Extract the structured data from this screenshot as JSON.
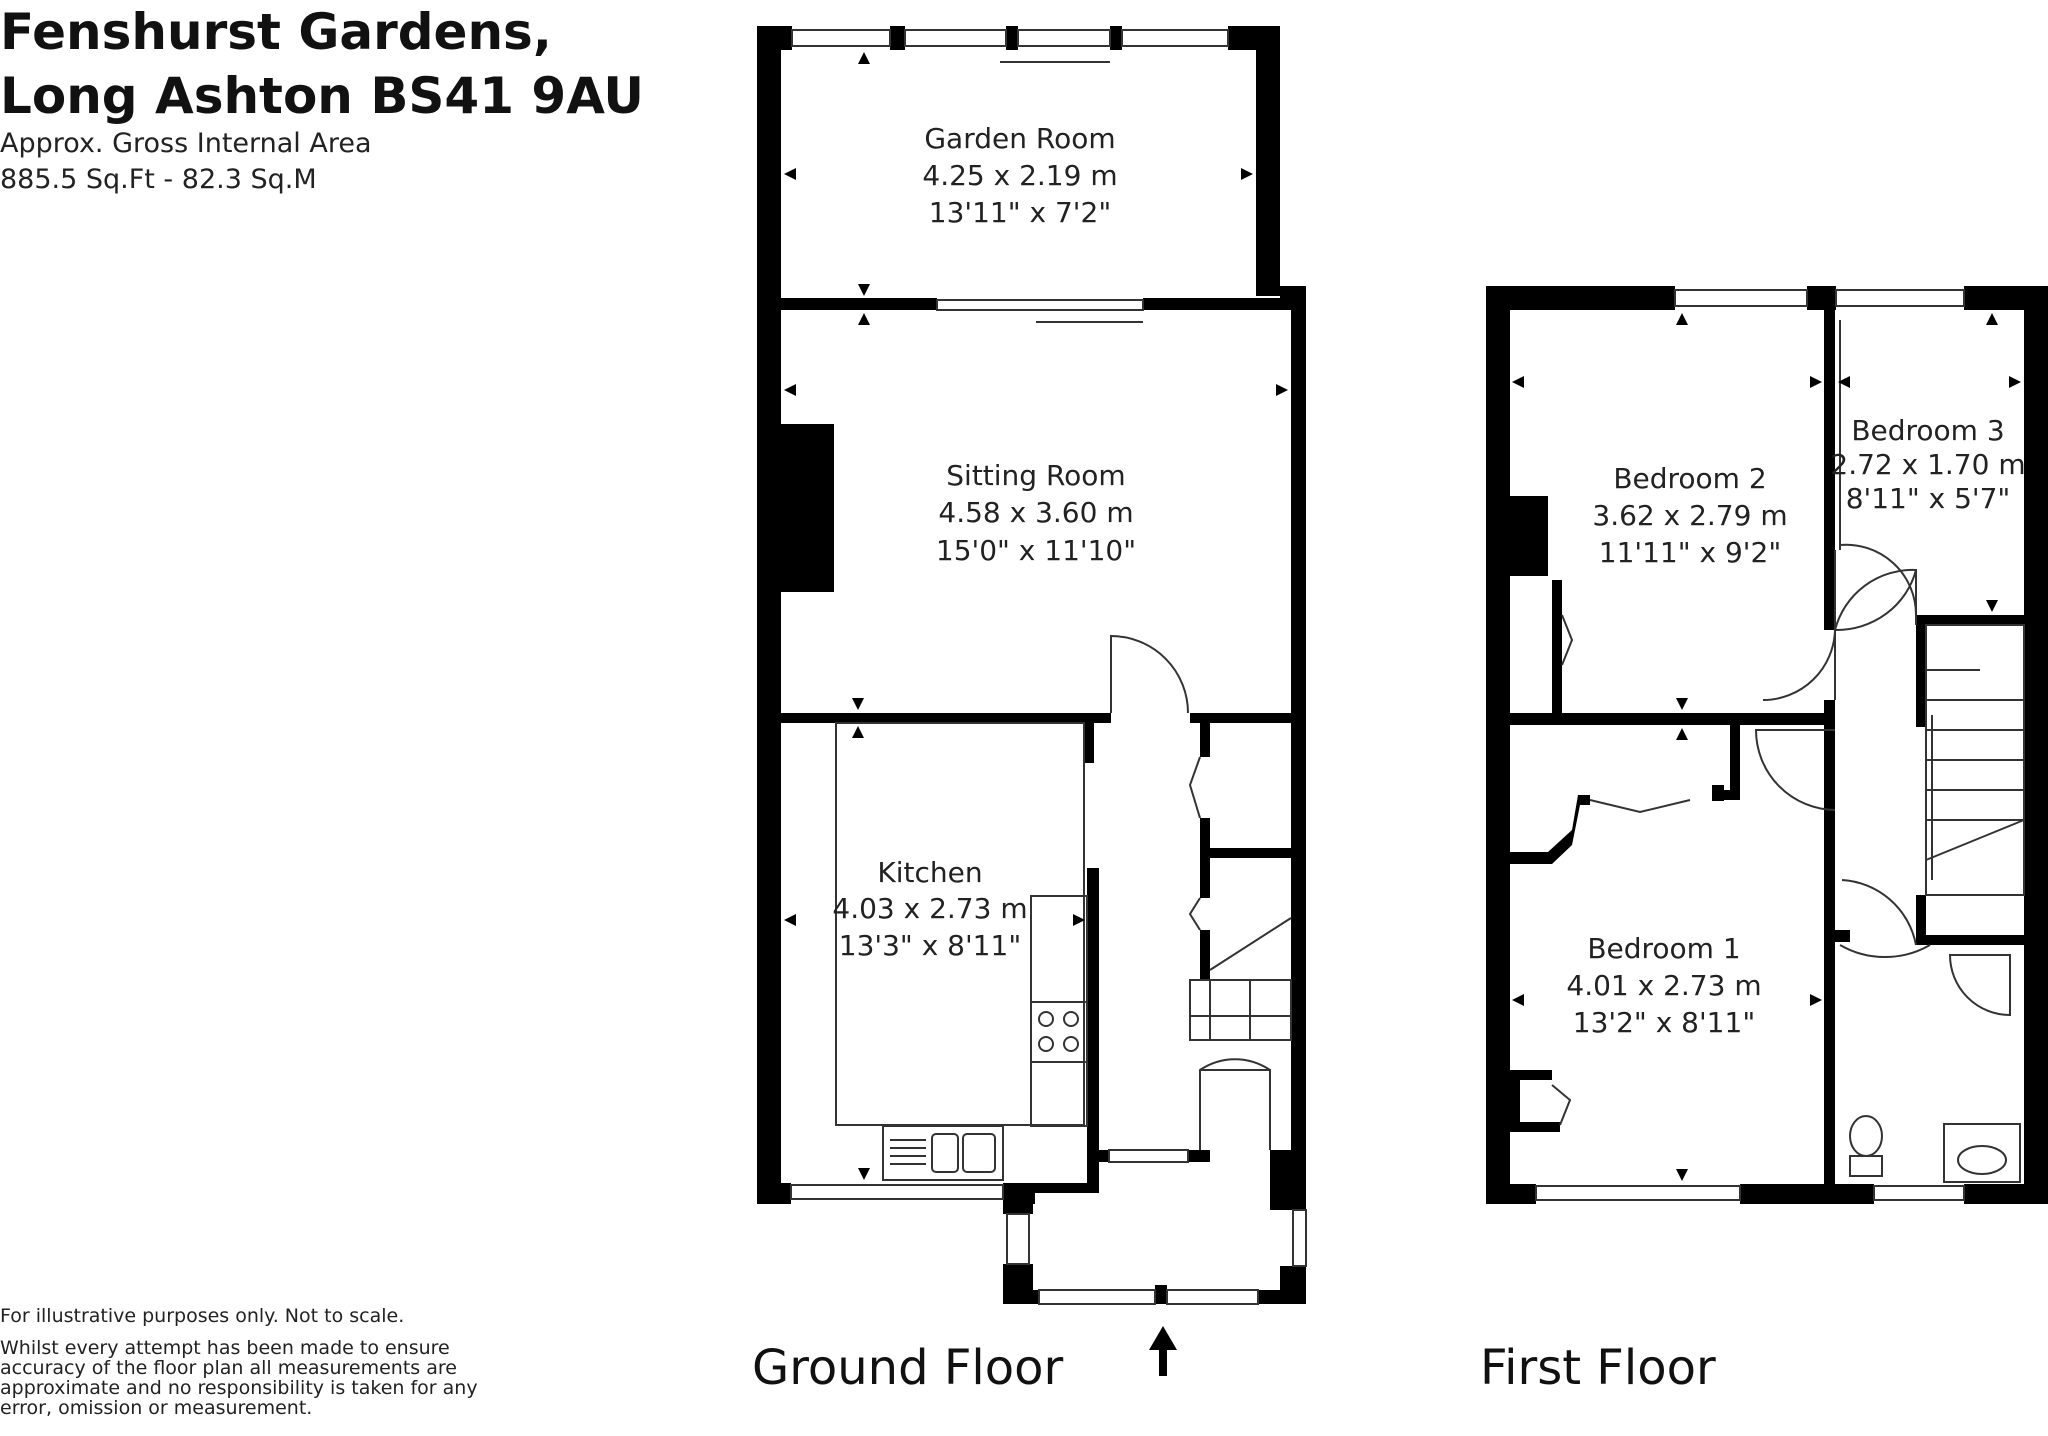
{
  "header": {
    "title_line1": "Fenshurst Gardens,",
    "title_line2": "Long Ashton BS41 9AU",
    "area_label": "Approx. Gross Internal Area",
    "area_value": "885.5 Sq.Ft - 82.3 Sq.M"
  },
  "disclaimer": {
    "line1": "For illustrative purposes only. Not to scale.",
    "line2": "Whilst every attempt has been made to ensure accuracy of the floor plan all measurements are approximate and no responsibility is taken for any error, omission or measurement."
  },
  "floors": {
    "ground": {
      "label": "Ground Floor"
    },
    "first": {
      "label": "First Floor"
    }
  },
  "rooms": {
    "garden_room": {
      "name": "Garden Room",
      "metric": "4.25 x 2.19 m",
      "imperial": "13'11\" x 7'2\""
    },
    "sitting_room": {
      "name": "Sitting Room",
      "metric": "4.58 x 3.60 m",
      "imperial": "15'0\" x 11'10\""
    },
    "kitchen": {
      "name": "Kitchen",
      "metric": "4.03 x 2.73 m",
      "imperial": "13'3\" x 8'11\""
    },
    "bedroom2": {
      "name": "Bedroom 2",
      "metric": "3.62 x 2.79 m",
      "imperial": "11'11\" x 9'2\""
    },
    "bedroom3": {
      "name": "Bedroom 3",
      "metric": "2.72 x 1.70 m",
      "imperial": "8'11\" x 5'7\""
    },
    "bedroom1": {
      "name": "Bedroom 1",
      "metric": "4.01 x 2.73 m",
      "imperial": "13'2\" x 8'11\""
    }
  }
}
